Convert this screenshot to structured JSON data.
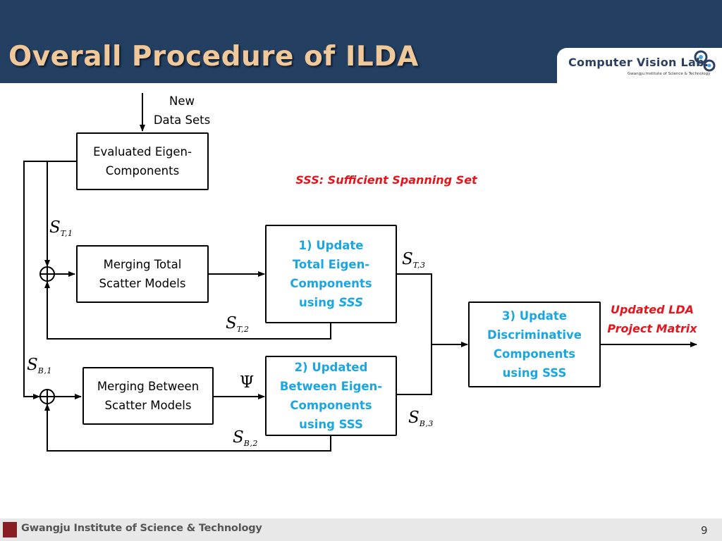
{
  "header": {
    "title": "Overall Procedure of ILDA",
    "logo_main": "Computer Vision Lab.",
    "logo_sub": "Gwangju Institute of Science & Technology"
  },
  "diagram": {
    "input_label": "New\nData Sets",
    "box_evaluated": "Evaluated Eigen-\nComponents",
    "sss_note": "SSS: Sufficient Spanning Set",
    "box_merge_total": "Merging Total\nScatter Models",
    "box_merge_between": "Merging Between\nScatter Models",
    "box_update_total": "1) Update\nTotal Eigen-\nComponents\nusing ",
    "box_update_total_em": "SSS",
    "box_update_between": "2) Updated\nBetween Eigen-\nComponents\nusing SSS",
    "box_update_disc": "3) Update\nDiscriminative\nComponents\nusing SSS",
    "output_label": "Updated LDA\nProject Matrix",
    "psi": "Ψ",
    "symbols": {
      "st1": {
        "base": "S",
        "sub": "T,1"
      },
      "st2": {
        "base": "S",
        "sub": "T,2"
      },
      "st3": {
        "base": "S",
        "sub": "T,3"
      },
      "sb1": {
        "base": "S",
        "sub": "B,1"
      },
      "sb2": {
        "base": "S",
        "sub": "B,2"
      },
      "sb3": {
        "base": "S",
        "sub": "B,3"
      }
    }
  },
  "footer": {
    "institution": "Gwangju Institute of Science & Technology",
    "page_number": "9"
  },
  "colors": {
    "header_bg": "#233f62",
    "title": "#f1c89a",
    "accent_blue": "#1aa6e0",
    "accent_red": "#e8141b",
    "footer_bg": "#e8e8e8"
  }
}
